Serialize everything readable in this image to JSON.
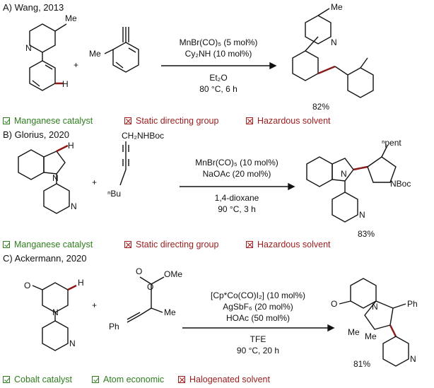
{
  "sections": [
    {
      "title": "A) Wang, 2013",
      "atoms": {
        "me_top": "Me",
        "n1": "N",
        "h": "H",
        "me_alkyne": "Me",
        "plus": "+",
        "n_prod": "N",
        "me_prod_top": "Me"
      },
      "conditions_above": [
        "MnBr(CO)₅ (5 mol%)",
        "Cy₂NH (10 mol%)"
      ],
      "conditions_below": [
        "Et₂O",
        "80 °C, 6 h"
      ],
      "yield": "82%",
      "tags": [
        {
          "kind": "good",
          "icon": "check",
          "label": "Manganese catalyst"
        },
        {
          "kind": "bad",
          "icon": "cross",
          "label": "Static directing group"
        },
        {
          "kind": "bad",
          "icon": "cross",
          "label": "Hazardous solvent"
        }
      ]
    },
    {
      "title": "B) Glorius, 2020",
      "atoms": {
        "h": "H",
        "n_indole": "N",
        "n_pyr": "N",
        "ch2nhboc": "CH₂NHBoc",
        "nbu": "ⁿBu",
        "plus": "+",
        "npent": "ⁿpent",
        "nboc": "NBoc",
        "n_prod": "N",
        "n_prod_pyr": "N"
      },
      "conditions_above": [
        "MnBr(CO)₅ (10 mol%)",
        "NaOAc (20 mol%)"
      ],
      "conditions_below": [
        "1,4-dioxane",
        "90 °C, 3 h"
      ],
      "yield": "83%",
      "tags": [
        {
          "kind": "good",
          "icon": "check",
          "label": "Manganese catalyst"
        },
        {
          "kind": "bad",
          "icon": "cross",
          "label": "Static directing group"
        },
        {
          "kind": "bad",
          "icon": "cross",
          "label": "Hazardous solvent"
        }
      ]
    },
    {
      "title": "C) Ackermann, 2020",
      "atoms": {
        "o": "O",
        "n": "N",
        "h": "H",
        "n_pyr": "N",
        "plus": "+",
        "o1": "O",
        "o2": "O",
        "ome": "OMe",
        "me": "Me",
        "ph": "Ph",
        "ph_prod": "Ph",
        "me_prod1": "Me",
        "me_prod2": "Me",
        "o_prod": "O",
        "n_prod": "N",
        "n_prod_pyr": "N"
      },
      "conditions_above": [
        "[Cp*Co(CO)I₂] (10 mol%)",
        "AgSbF₆ (20 mol%)",
        "HOAc (50 mol%)"
      ],
      "conditions_below": [
        "TFE",
        "90 °C, 20 h"
      ],
      "yield": "81%",
      "tags": [
        {
          "kind": "good",
          "icon": "check",
          "label": "Cobalt catalyst"
        },
        {
          "kind": "good",
          "icon": "check",
          "label": "Atom economic"
        },
        {
          "kind": "bad",
          "icon": "cross",
          "label": "Halogenated solvent"
        }
      ]
    }
  ]
}
